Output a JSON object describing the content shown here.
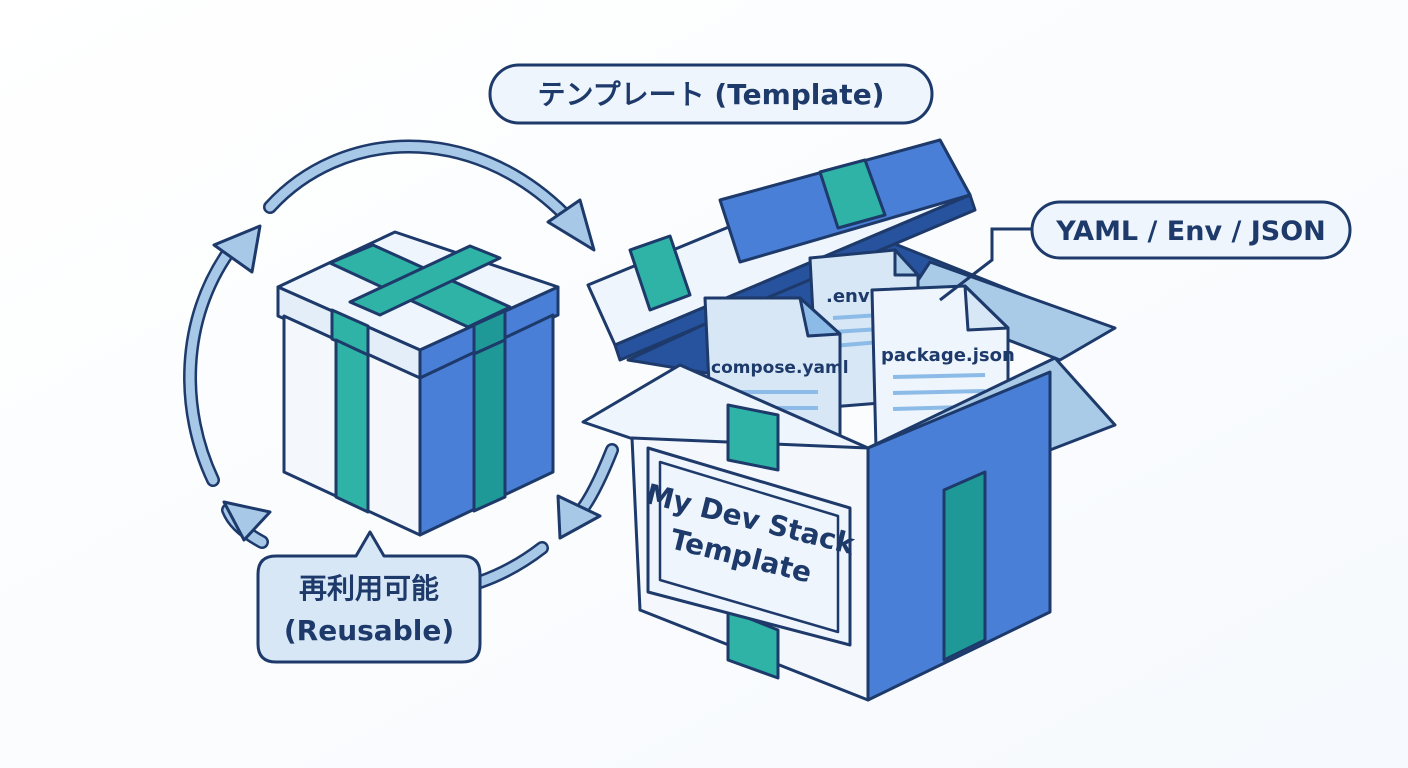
{
  "labels": {
    "template": "テンプレート (Template)",
    "formats": "YAML / Env / JSON",
    "reusable_line1": "再利用可能",
    "reusable_line2": "(Reusable)"
  },
  "box": {
    "label_line1": "My Dev Stack",
    "label_line2": "Template"
  },
  "files": [
    {
      "name": ".env"
    },
    {
      "name": "compose.yaml"
    },
    {
      "name": "package.json"
    }
  ],
  "colors": {
    "outline": "#1d3a6b",
    "blue": "#4a7fd8",
    "teal": "#2fb3a6",
    "light_blue": "#a9cbe8",
    "pale": "#eef5fc",
    "arrow": "#a8c8e8"
  }
}
